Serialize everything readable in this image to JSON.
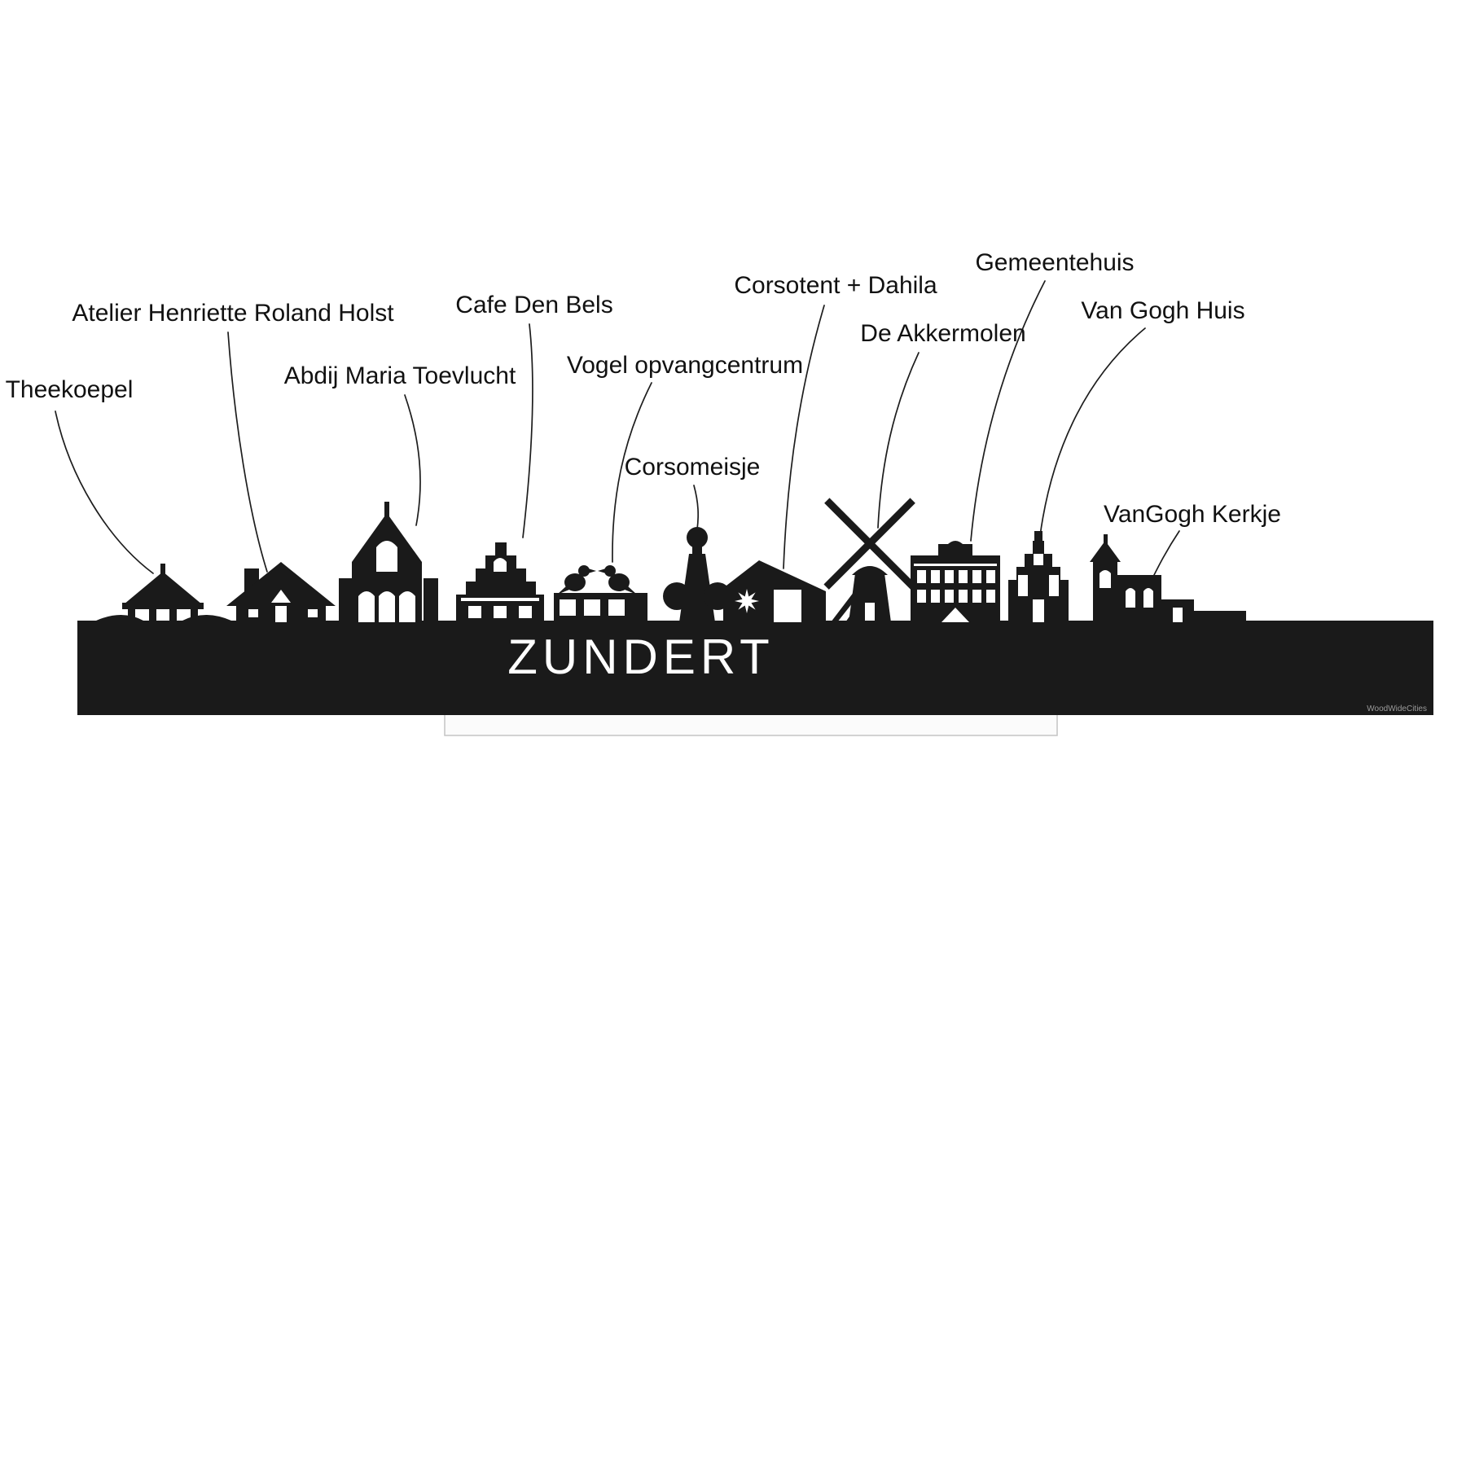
{
  "skyline": {
    "name": "ZUNDERT",
    "watermark": "WoodWideCities",
    "silhouette_color": "#1a1a1a",
    "stand_color": "#fbfbfb"
  },
  "labels": [
    {
      "id": "theekoepel",
      "text": "Theekoepel"
    },
    {
      "id": "atelier",
      "text": "Atelier Henriette Roland Holst"
    },
    {
      "id": "abdij",
      "text": "Abdij Maria Toevlucht"
    },
    {
      "id": "cafe-den-bels",
      "text": "Cafe Den Bels"
    },
    {
      "id": "vogel",
      "text": "Vogel opvangcentrum"
    },
    {
      "id": "corsomeisje",
      "text": "Corsomeisje"
    },
    {
      "id": "corsotent",
      "text": "Corsotent + Dahila"
    },
    {
      "id": "akkermolen",
      "text": "De Akkermolen"
    },
    {
      "id": "gemeentehuis",
      "text": "Gemeentehuis"
    },
    {
      "id": "van-gogh-huis",
      "text": "Van Gogh Huis"
    },
    {
      "id": "vangogh-kerkje",
      "text": "VanGogh Kerkje"
    }
  ]
}
